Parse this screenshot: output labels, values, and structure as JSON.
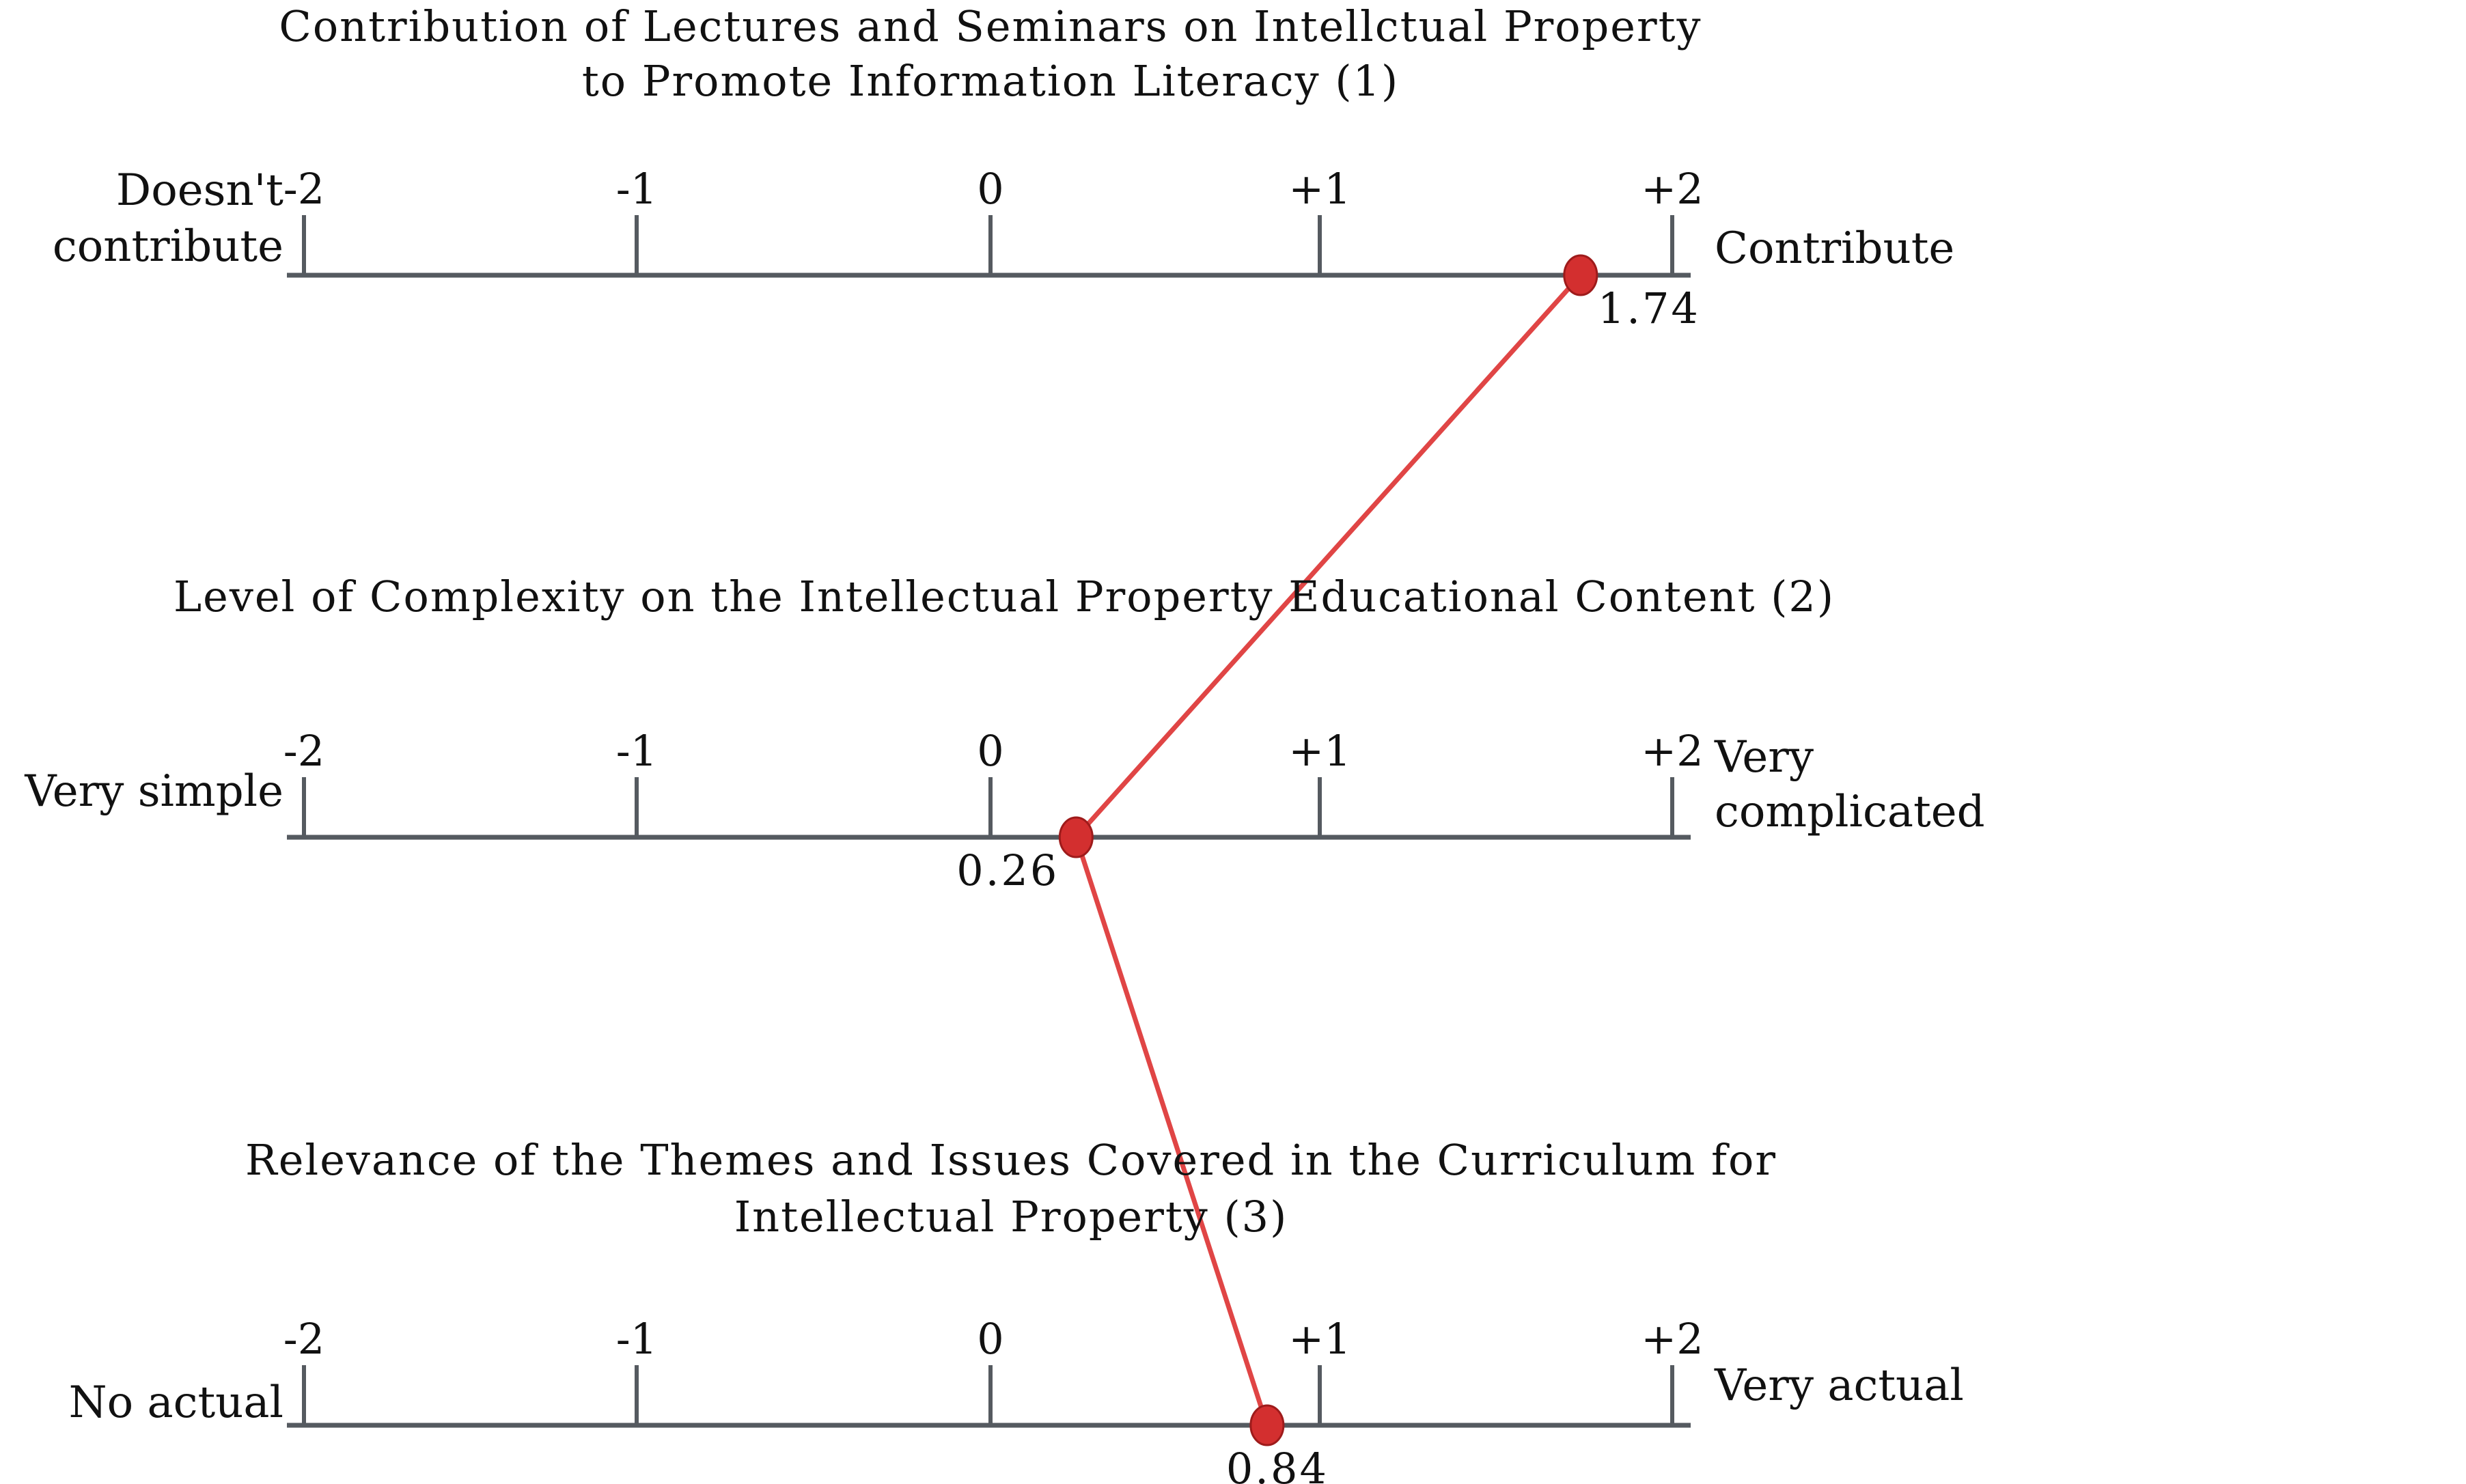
{
  "chart_data": {
    "type": "scatter",
    "xlim": [
      -2,
      2
    ],
    "tick_labels": [
      "-2",
      "-1",
      "0",
      "+1",
      "+2"
    ],
    "scales": [
      {
        "title_lines": [
          "Contribution of Lectures and Seminars on Intellctual Property",
          "to Promote Information Literacy (1)"
        ],
        "left_label_lines": [
          "Doesn't",
          "contribute"
        ],
        "right_label_lines": [
          "Contribute"
        ],
        "value": 1.74,
        "value_label": "1.74"
      },
      {
        "title_lines": [
          "Level of Complexity on the Intellectual Property Educational Content (2)"
        ],
        "left_label_lines": [
          "Very simple"
        ],
        "right_label_lines": [
          "Very",
          "complicated"
        ],
        "value": 0.26,
        "value_label": "0.26"
      },
      {
        "title_lines": [
          "Relevance of the Themes and Issues Covered in the Curriculum for",
          "Intellectual Property (3)"
        ],
        "left_label_lines": [
          "No actual"
        ],
        "right_label_lines": [
          "Very actual"
        ],
        "value": 0.84,
        "value_label": "0.84"
      }
    ],
    "colors": {
      "axis": "#555a60",
      "marker": "#d32f2f",
      "connector": "#e04545"
    }
  }
}
